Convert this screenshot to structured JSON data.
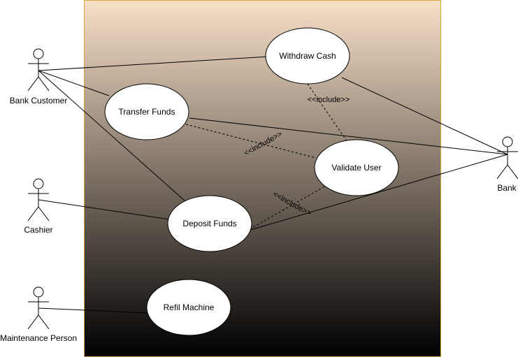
{
  "diagram": {
    "style": {
      "boundary_gradient_top": "#f8e0c8",
      "boundary_gradient_bottom": "#000000",
      "boundary_stroke": "#d6a13b",
      "usecase_fill": "#ffffff",
      "line_color": "#000000"
    },
    "actors": {
      "bank_customer": "Bank Customer",
      "cashier": "Cashier",
      "maintenance_person": "Maintenance Person",
      "bank": "Bank"
    },
    "usecases": {
      "withdraw_cash": "Withdraw Cash",
      "transfer_funds": "Transfer Funds",
      "validate_user": "Validate User",
      "deposit_funds": "Deposit Funds",
      "refil_machine": "Refil Machine"
    },
    "relations": {
      "include_withdraw": "<<include>>",
      "include_transfer": "<<include>>",
      "include_deposit": "<<include>>"
    }
  }
}
